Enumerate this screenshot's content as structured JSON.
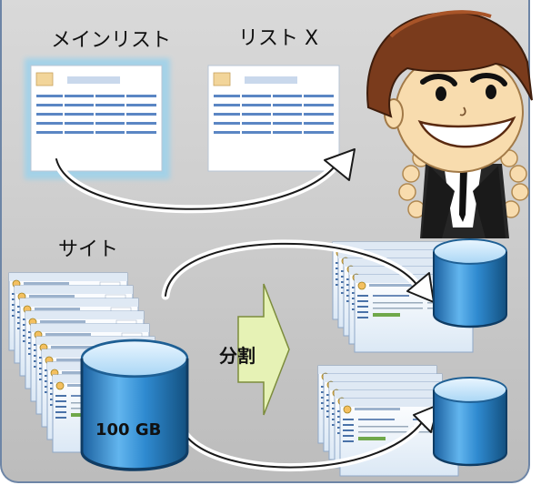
{
  "labels": {
    "main_list": "メインリスト",
    "list_x": "リスト X",
    "site": "サイト",
    "split": "分割",
    "db_size": "100 GB"
  },
  "colors": {
    "panel_border": "#6d85a6",
    "list_row": "#5b86c4",
    "db_blue": "#2a80c8",
    "split_arrow": "#e6f2b5"
  },
  "icons": [
    "main-list-thumbnail",
    "list-x-thumbnail",
    "cartoon-man",
    "database-icon",
    "site-page-stack"
  ]
}
